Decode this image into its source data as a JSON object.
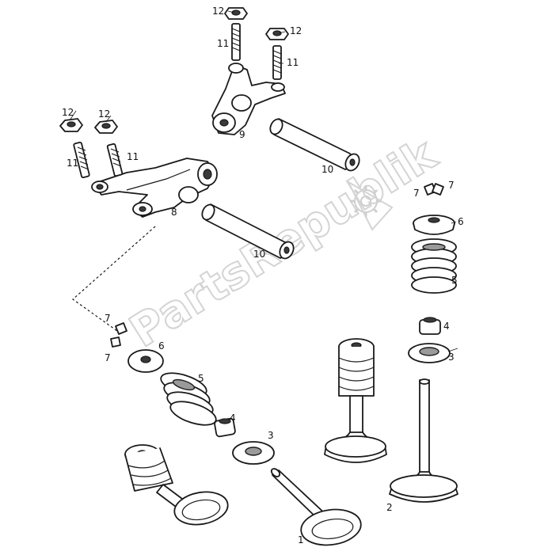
{
  "diagram": {
    "watermark": "PartsRepublik",
    "callouts": [
      {
        "id": "c12a",
        "text": "12"
      },
      {
        "id": "c12b",
        "text": "12"
      },
      {
        "id": "c11a",
        "text": "11"
      },
      {
        "id": "c11b",
        "text": "11"
      },
      {
        "id": "c12c",
        "text": "12"
      },
      {
        "id": "c12d",
        "text": "12"
      },
      {
        "id": "c11c",
        "text": "11"
      },
      {
        "id": "c11d",
        "text": "11"
      },
      {
        "id": "c9",
        "text": "9"
      },
      {
        "id": "c10a",
        "text": "10"
      },
      {
        "id": "c8",
        "text": "8"
      },
      {
        "id": "c10b",
        "text": "10"
      },
      {
        "id": "c7a",
        "text": "7"
      },
      {
        "id": "c7b",
        "text": "7"
      },
      {
        "id": "c6a",
        "text": "6"
      },
      {
        "id": "c5a",
        "text": "5"
      },
      {
        "id": "c4a",
        "text": "4"
      },
      {
        "id": "c3a",
        "text": "3"
      },
      {
        "id": "c7c",
        "text": "7"
      },
      {
        "id": "c6b",
        "text": "6"
      },
      {
        "id": "c7d",
        "text": "7"
      },
      {
        "id": "c5b",
        "text": "5"
      },
      {
        "id": "c4b",
        "text": "4"
      },
      {
        "id": "c3b",
        "text": "3"
      },
      {
        "id": "c2",
        "text": "2"
      },
      {
        "id": "c1",
        "text": "1"
      }
    ]
  }
}
